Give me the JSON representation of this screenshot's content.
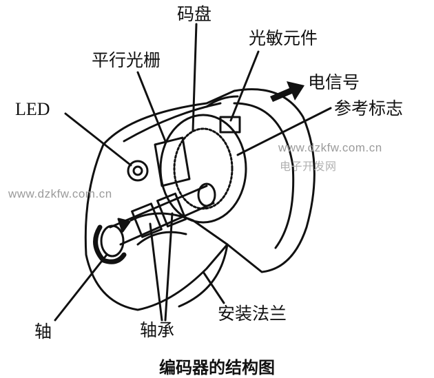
{
  "labels": {
    "code_disc": "码盘",
    "photo_element": "光敏元件",
    "parallel_grating": "平行光栅",
    "signal": "电信号",
    "led": "LED",
    "reference_mark": "参考标志",
    "shaft": "轴",
    "bearing": "轴承",
    "mounting_flange": "安装法兰"
  },
  "watermarks": {
    "site_right": "www.dzkfw.com.cn",
    "site_right_cn": "电子开发网",
    "site_left": "www.dzkfw.com.cn"
  },
  "caption": "编码器的结构图"
}
